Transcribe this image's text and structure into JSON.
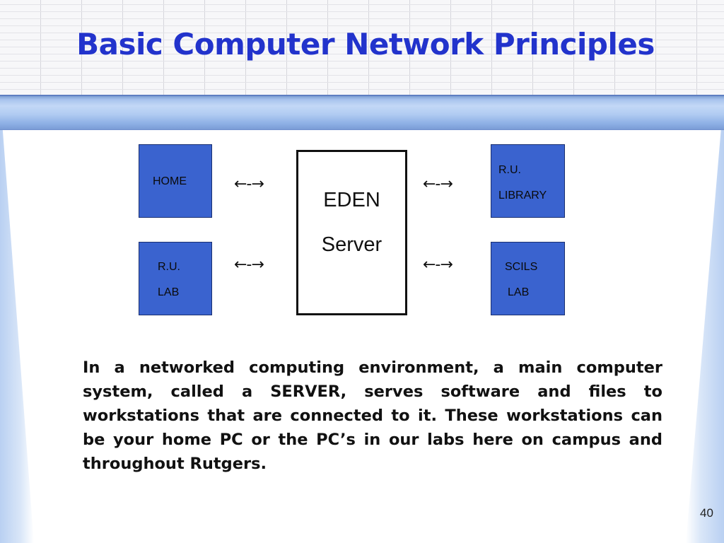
{
  "slide": {
    "title": "Basic Computer Network Principles",
    "page_number": "40"
  },
  "diagram": {
    "server": {
      "line1": "EDEN",
      "line2": "Server"
    },
    "nodes": {
      "home": {
        "line1": "HOME"
      },
      "ru_library": {
        "line1": "R.U.",
        "line2": "LIBRARY"
      },
      "ru_lab": {
        "line1": "R.U.",
        "line2": "LAB"
      },
      "scils_lab": {
        "line1": "SCILS",
        "line2": "LAB"
      }
    },
    "connector_label": "←-→",
    "node_color": "#3a63cf"
  },
  "body": {
    "paragraph": "In a networked computing environment, a main computer system, called a SERVER, serves software and files to workstations that are connected to it. These workstations can be your home PC or the PC’s in our labs here on campus and throughout Rutgers."
  },
  "colors": {
    "title": "#2233cc",
    "band": "#a9c4ee"
  }
}
